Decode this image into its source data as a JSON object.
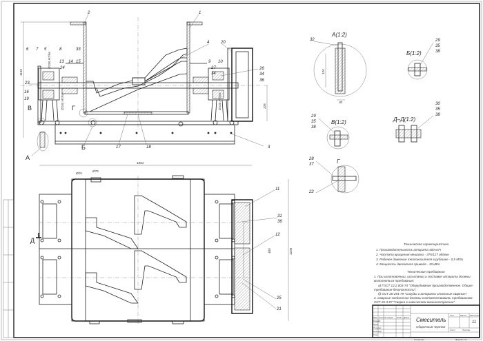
{
  "drawing": {
    "position_labels_top": {
      "p1": "1",
      "p2": "2",
      "p3": "3",
      "p4": "4",
      "p5": "5",
      "p6": "6",
      "p7": "7",
      "p8": "8",
      "p9": "9",
      "p10": "10",
      "p13": "13",
      "p14": "14",
      "p15": "15",
      "p16": "16",
      "p17": "17",
      "p18": "18",
      "p19": "19",
      "p20": "20",
      "p23": "23",
      "p24": "24",
      "p26": "26",
      "p27": "27",
      "p33": "33",
      "p34a": "34",
      "p34b": "34",
      "p36": "36"
    },
    "position_labels_bottom": {
      "p11": "11",
      "p12": "12",
      "p21": "21",
      "p25": "25",
      "p31": "31",
      "p36": "36"
    },
    "view_marks": {
      "A": "А",
      "B": "Б",
      "V": "В",
      "G": "Г",
      "D": "Д"
    },
    "dimensions": {
      "height": "1130",
      "width": "1863",
      "shaft_height": "335",
      "overall_depth": "1235",
      "shaft_spacing": "480",
      "d25": "Ø25",
      "d75": "Ø75",
      "fit1": "Ø150 H7/k6",
      "fit2": "Ø100 H7/k6",
      "fit3": "Ø130 H7/js6"
    }
  },
  "details": {
    "A": {
      "title": "А(1:2)",
      "labels": [
        "32"
      ],
      "dims": [
        "120",
        "30"
      ]
    },
    "B": {
      "title": "Б(1:2)",
      "labels": [
        "29",
        "35",
        "38"
      ]
    },
    "V": {
      "title": "В(1:2)",
      "labels": [
        "29",
        "35",
        "38"
      ]
    },
    "DD": {
      "title": "Д–Д(1:2)",
      "labels": [
        "30",
        "35",
        "38"
      ]
    },
    "G": {
      "title": "Г",
      "labels": [
        "28",
        "37",
        "22"
      ]
    }
  },
  "specs": {
    "title": "Техническая характеристика",
    "items": [
      "1. Производительность аппарата 400 кг/ч",
      "2. Частота вращения мешалки - 375/127 об/мин",
      "3. Рабочее давление теплоносителя в рубашке - 0,5 МПа",
      "4. Мощность двигателя привода - 18 кВт"
    ]
  },
  "requirements": {
    "title": "Технические требования",
    "items": [
      "1. При изготовлении, испытании и поставке аппарата должны",
      "выполняться требования:",
      "а) ГОСТ 12.2.003-74 \"Оборудование производственное. Общие",
      "требования безопасности\";",
      "б) ОСТ 26-291-79 \"Сосуды и аппараты стальные сварные\".",
      "2. Сварные соединения должны соответствовать требованиям",
      "ОСТ 26-3-87 \"Сварка в химическом машиностроении\"."
    ]
  },
  "title_block": {
    "name": "Смеситель",
    "doc_type": "Сборочный чертеж",
    "sheets": "11",
    "cols": [
      "Изм.",
      "Лист",
      "№ докум.",
      "Подп.",
      "Дата"
    ],
    "rows": [
      "Разраб.",
      "Пров.",
      "Т.контр.",
      "Н.контр.",
      "Утв."
    ],
    "lit": "Лит.",
    "mass": "Масса",
    "scale": "Масштаб",
    "sheet": "Лист",
    "sheets_label": "Листов",
    "copied": "Копировал",
    "format": "Формат A1"
  }
}
